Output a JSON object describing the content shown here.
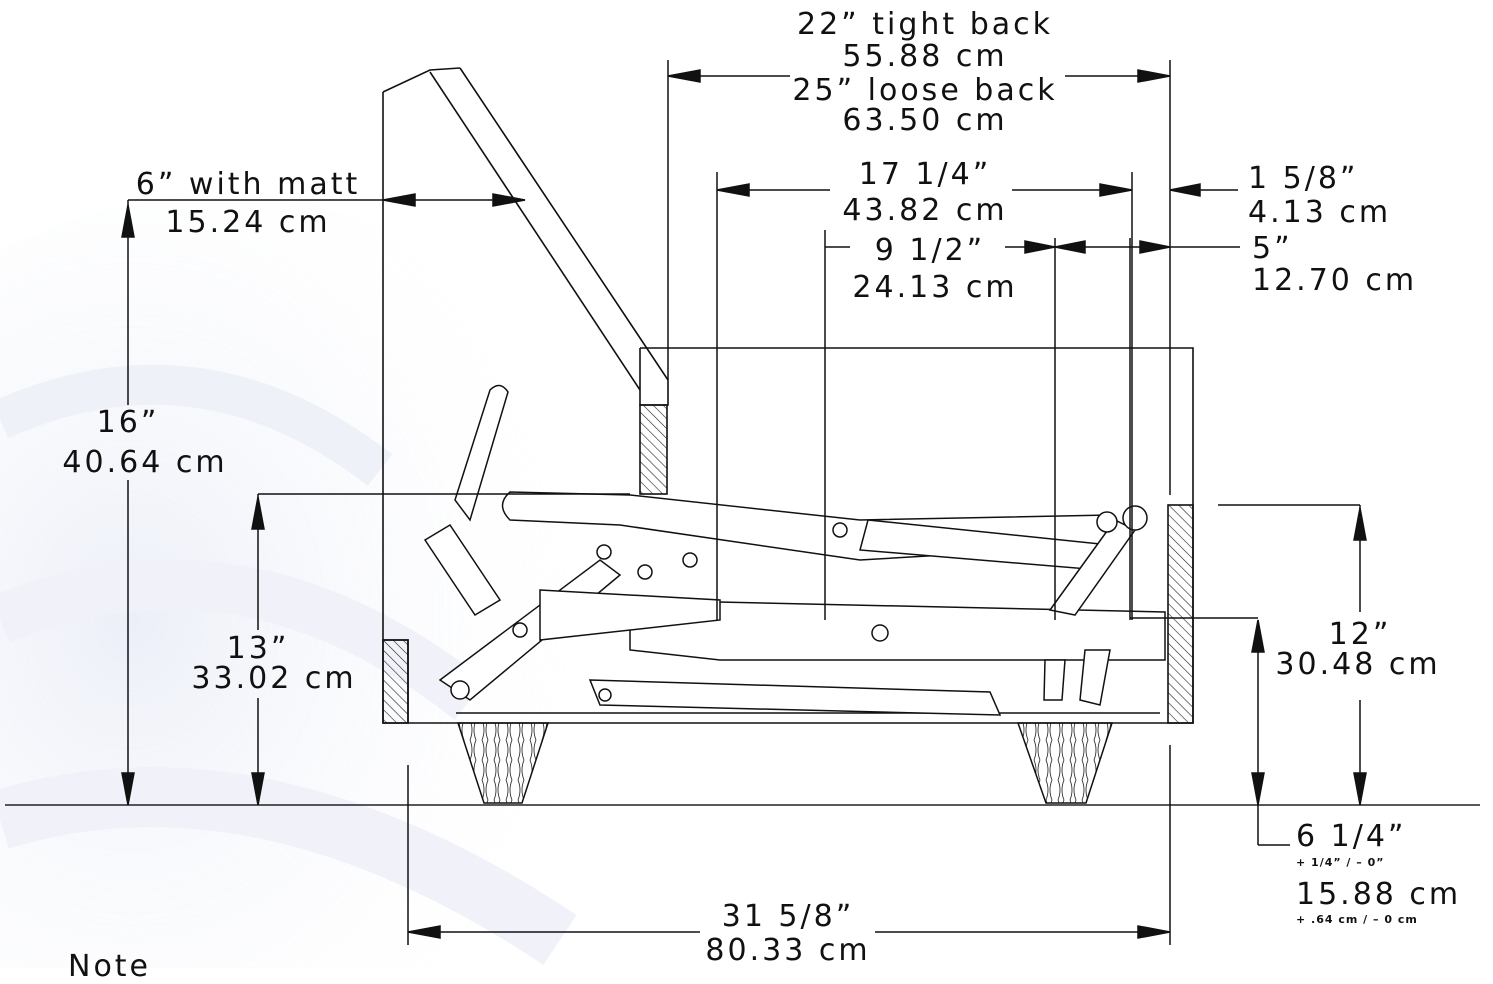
{
  "dimensions": {
    "depth_tight": "22” tight back",
    "depth_tight_cm": "55.88 cm",
    "depth_loose": "25” loose back",
    "depth_loose_cm": "63.50 cm",
    "mattress_gap": "6” with matt",
    "mattress_gap_cm": "15.24 cm",
    "deck_depth": "17 1/4”",
    "deck_depth_cm": "43.82 cm",
    "rail_offset": "1 5/8”",
    "rail_offset_cm": "4.13 cm",
    "mech_span": "9 1/2”",
    "mech_span_cm": "24.13 cm",
    "rear_offset": "5”",
    "rear_offset_cm": "12.70 cm",
    "overall_height": "16”",
    "overall_height_cm": "40.64 cm",
    "seat_height": "13”",
    "seat_height_cm": "33.02 cm",
    "rail_height": "12”",
    "rail_height_cm": "30.48 cm",
    "clearance": "6 1/4”",
    "clearance_tol": "+ 1/4” / – 0”",
    "clearance_cm": "15.88 cm",
    "clearance_tol_cm": "+ .64 cm / – 0 cm",
    "overall_depth": "31 5/8”",
    "overall_depth_cm": "80.33 cm"
  },
  "note": "Note"
}
